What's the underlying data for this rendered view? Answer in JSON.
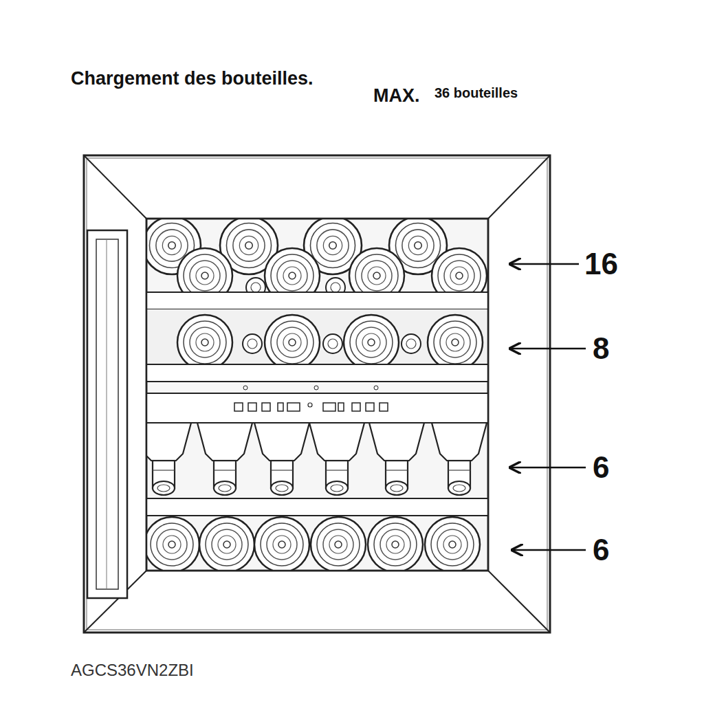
{
  "diagram": {
    "title": "Chargement des bouteilles.",
    "caption": "AGCS36VN2ZBI",
    "labels": [
      "MAX.",
      "36 bouteilles",
      "16",
      "8",
      "6",
      "6"
    ]
  }
}
